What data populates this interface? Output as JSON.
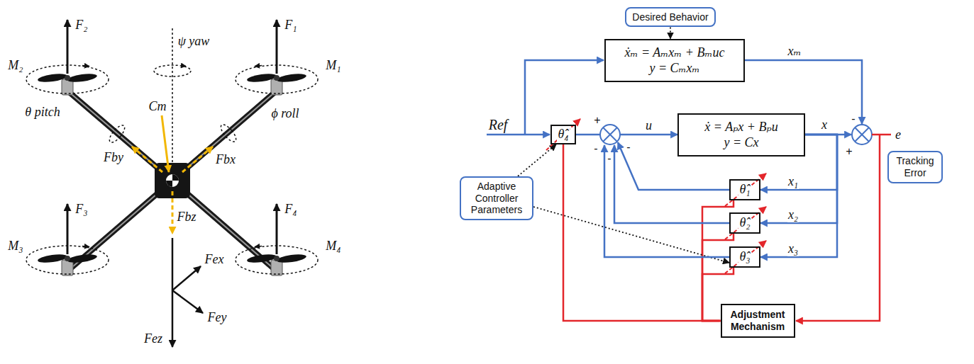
{
  "diagram": {
    "nodes": [
      {
        "text": [
          "Desired Behavior"
        ]
      },
      {
        "text": [
          "ẋₘ = Aₘxₘ + Bₘuc",
          "y = Cₘxₘ"
        ]
      },
      {
        "text": [
          "θ̂₄"
        ]
      },
      {
        "text": [
          "ẋ = Aₚx + Bₚu",
          "y = Cx"
        ]
      },
      {
        "text": [
          "θ̂₁"
        ]
      },
      {
        "text": [
          "θ̂₂"
        ]
      },
      {
        "text": [
          "θ̂₃"
        ]
      },
      {
        "text": [
          "Adaptive Controller Parameters"
        ]
      },
      {
        "text": [
          "Tracking Error"
        ]
      },
      {
        "text": [
          "Adjustment Mechanism"
        ]
      }
    ],
    "edges": [
      {
        "from": 0,
        "to": 1,
        "arrow": "to"
      },
      {
        "from": 2,
        "to": 3,
        "label": "u",
        "arrow": "to"
      },
      {
        "from": 3,
        "to": 4,
        "label": "x₁",
        "arrow": "to"
      },
      {
        "from": 3,
        "to": 5,
        "label": "x₂",
        "arrow": "to"
      },
      {
        "from": 3,
        "to": 6,
        "label": "x₃",
        "arrow": "to"
      },
      {
        "from": 9,
        "to": 2,
        "arrow": "none"
      },
      {
        "from": 9,
        "to": 4,
        "arrow": "none"
      },
      {
        "from": 9,
        "to": 5,
        "arrow": "none"
      },
      {
        "from": 9,
        "to": 6,
        "arrow": "none"
      },
      {
        "from": 7,
        "to": 2,
        "arrow": "to"
      },
      {
        "from": 7,
        "to": 6,
        "arrow": "to"
      }
    ],
    "labels": [
      "F₂",
      "F₁",
      "M₂",
      "M₁",
      "ψ yaw",
      "θ pitch",
      "ϕ roll",
      "Cm",
      "Fby",
      "Fbx",
      "Fbz",
      "F₃",
      "F₄",
      "M₃",
      "M₄",
      "Fex",
      "Fey",
      "Fez",
      "Ref",
      "+",
      "-",
      "-",
      "-",
      "x",
      "xₘ",
      "-",
      "+",
      "e"
    ]
  }
}
